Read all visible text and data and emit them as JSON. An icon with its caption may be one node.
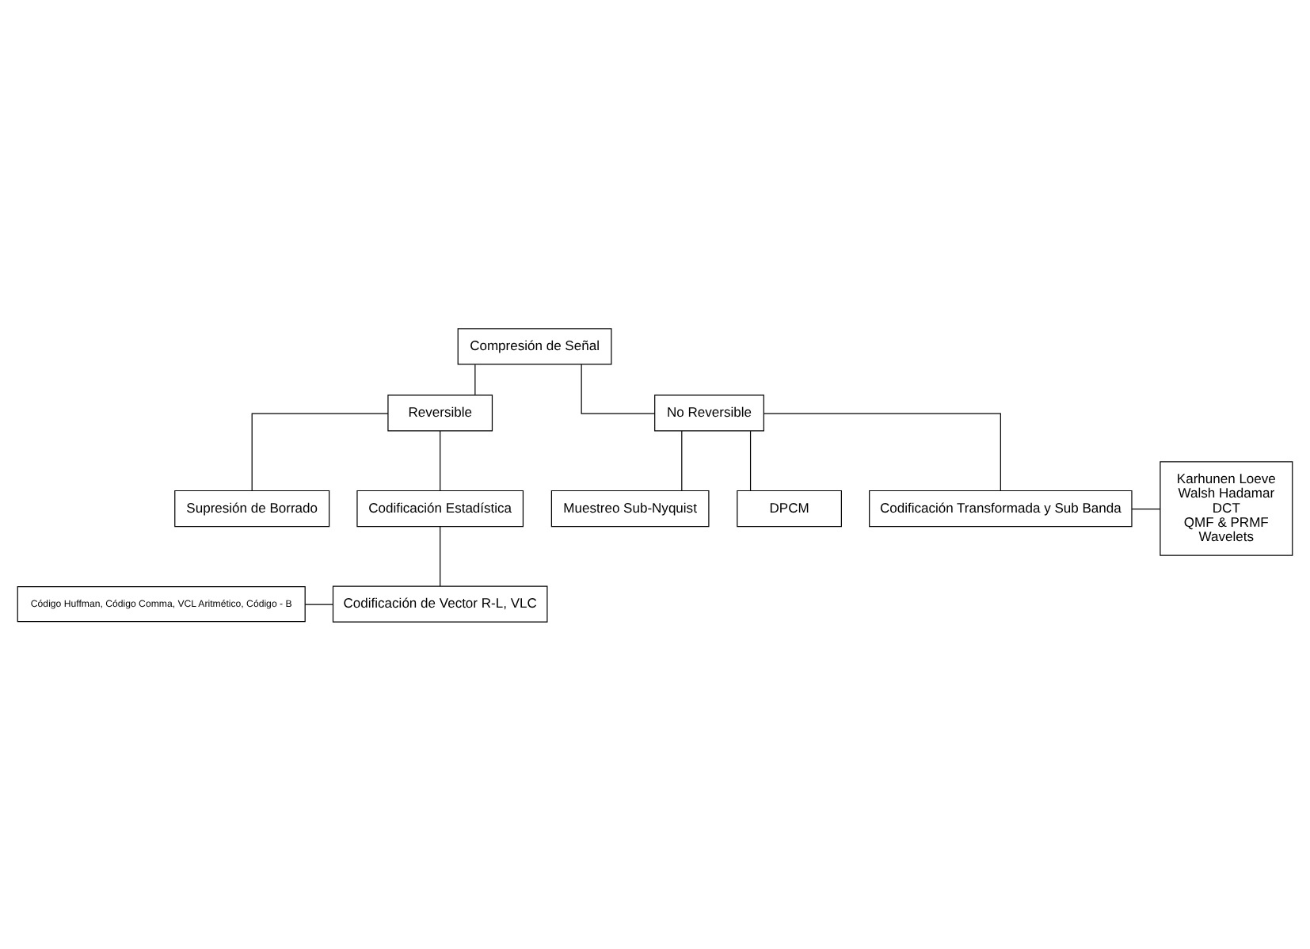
{
  "diagram": {
    "nodes": [
      {
        "text": [
          "Compresión de Señal"
        ]
      },
      {
        "text": [
          "Reversible"
        ]
      },
      {
        "text": [
          "No Reversible"
        ]
      },
      {
        "text": [
          "Supresión de Borrado"
        ]
      },
      {
        "text": [
          "Codificación Estadística"
        ]
      },
      {
        "text": [
          "Código Huffman, Código Comma, VCL Aritmético, Código - B"
        ]
      },
      {
        "text": [
          "Codificación de Vector R-L, VLC"
        ]
      },
      {
        "text": [
          "Muestreo Sub-Nyquist"
        ]
      },
      {
        "text": [
          "DPCM"
        ]
      },
      {
        "text": [
          "Codificación Transformada y Sub Banda"
        ]
      },
      {
        "text": [
          "Karhunen Loeve",
          "Walsh Hadamar",
          "DCT",
          "QMF & PRMF",
          "Wavelets"
        ]
      }
    ],
    "edges": [
      {
        "from": 0,
        "to": 1,
        "arrow": "none"
      },
      {
        "from": 0,
        "to": 2,
        "arrow": "none"
      },
      {
        "from": 1,
        "to": 3,
        "arrow": "none"
      },
      {
        "from": 1,
        "to": 4,
        "arrow": "none"
      },
      {
        "from": 4,
        "to": 6,
        "arrow": "none"
      },
      {
        "from": 5,
        "to": 6,
        "arrow": "none"
      },
      {
        "from": 2,
        "to": 7,
        "arrow": "none"
      },
      {
        "from": 2,
        "to": 8,
        "arrow": "none"
      },
      {
        "from": 2,
        "to": 9,
        "arrow": "none"
      },
      {
        "from": 9,
        "to": 10,
        "arrow": "none"
      }
    ]
  }
}
